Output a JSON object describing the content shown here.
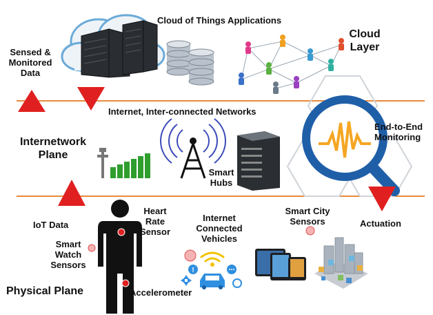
{
  "cloud_apps_title": "Cloud of Things Applications",
  "cloud_layer": [
    "Cloud",
    "Layer"
  ],
  "sensed_monitored": [
    "Sensed &",
    "Monitored",
    "Data"
  ],
  "internet_networks": "Internet, Inter-connected Networks",
  "internetwork_plane": [
    "Internetwork",
    "Plane"
  ],
  "smart_hubs": [
    "Smart",
    "Hubs"
  ],
  "end_to_end": [
    "End-to-End",
    "Monitoring"
  ],
  "iot_data": "IoT Data",
  "heart_rate": [
    "Heart",
    "Rate",
    "Sensor"
  ],
  "internet_vehicles": [
    "Internet",
    "Connected",
    "Vehicles"
  ],
  "smart_city": [
    "Smart City",
    "Sensors"
  ],
  "actuation": "Actuation",
  "smart_watch": [
    "Smart",
    "Watch",
    "Sensors"
  ],
  "physical_plane": "Physical Plane",
  "accelerometer": "Accelerometer",
  "colors": {
    "layer_line": "#e88a3c",
    "arrow_red": "#e02020",
    "magnifier_blue": "#1f5fa8",
    "wave_orange": "#f5a623",
    "wifi_yellow": "#f2c200",
    "car_blue": "#2f8fe0",
    "signal_green": "#2e9e2e"
  }
}
